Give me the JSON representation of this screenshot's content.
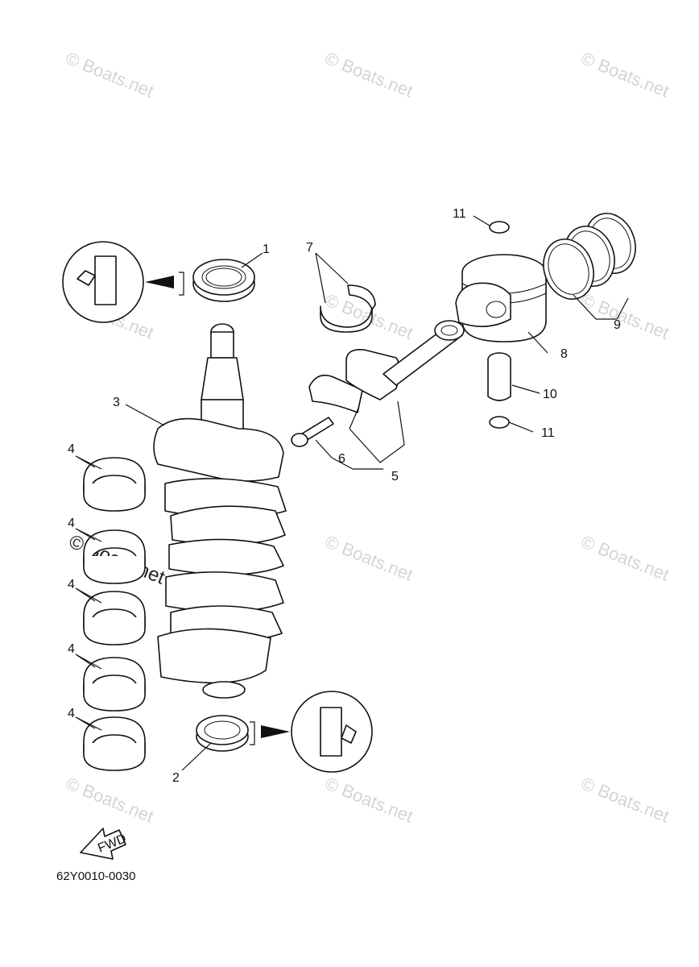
{
  "watermark": "© Boats.net",
  "diagram_code": "62Y0010-0030",
  "fwd_label": "FWD",
  "callouts": {
    "c1": "1",
    "c2": "2",
    "c3": "3",
    "c4a": "4",
    "c4b": "4",
    "c4c": "4",
    "c4d": "4",
    "c4e": "4",
    "c5": "5",
    "c6": "6",
    "c7": "7",
    "c8": "8",
    "c9": "9",
    "c10": "10",
    "c11a": "11",
    "c11b": "11"
  },
  "parts": [
    "oil-seal-top",
    "oil-seal-bottom",
    "crankshaft",
    "main-bearing",
    "connecting-rod",
    "connecting-rod-bolt",
    "big-end-bearing",
    "piston",
    "piston-rings",
    "piston-pin",
    "piston-pin-clip"
  ]
}
